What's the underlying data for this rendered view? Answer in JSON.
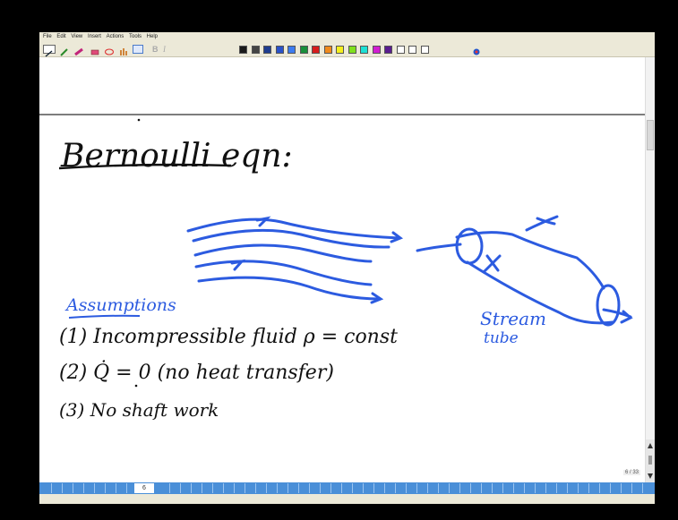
{
  "menubar": {
    "items": [
      "File",
      "Edit",
      "View",
      "Insert",
      "Actions",
      "Tools",
      "Help"
    ]
  },
  "toolbar": {
    "icons": [
      "pen-tool-icon",
      "pen-icon",
      "highlighter-icon",
      "eraser-icon",
      "lasso-icon",
      "hand-icon",
      "insert-space-icon",
      "bold-icon",
      "italic-icon"
    ],
    "colors": [
      "#1a1a1a",
      "#444444",
      "#1f3d8f",
      "#2a52c9",
      "#3d7cf0",
      "#1a8f3a",
      "#d71d1d",
      "#f08a1d",
      "#f5ef1d",
      "#7fe01d",
      "#1de0d3",
      "#d11dd1",
      "#5a1d8f",
      "#ffffff",
      "#ffffff",
      "#ffffff"
    ]
  },
  "page": {
    "heading": "Bernoulli eqn:",
    "assumptions_heading": "Assumptions",
    "assumption_1": "(1) Incompressible fluid  ρ = const",
    "assumption_2": "(2) Q̇ = 0  (no heat transfer)",
    "assumption_3": "(3) No shaft work",
    "stream_tube_label_1": "Stream",
    "stream_tube_label_2": "tube"
  },
  "pagebar": {
    "active_page": "6",
    "indicator": "6 / 33"
  }
}
